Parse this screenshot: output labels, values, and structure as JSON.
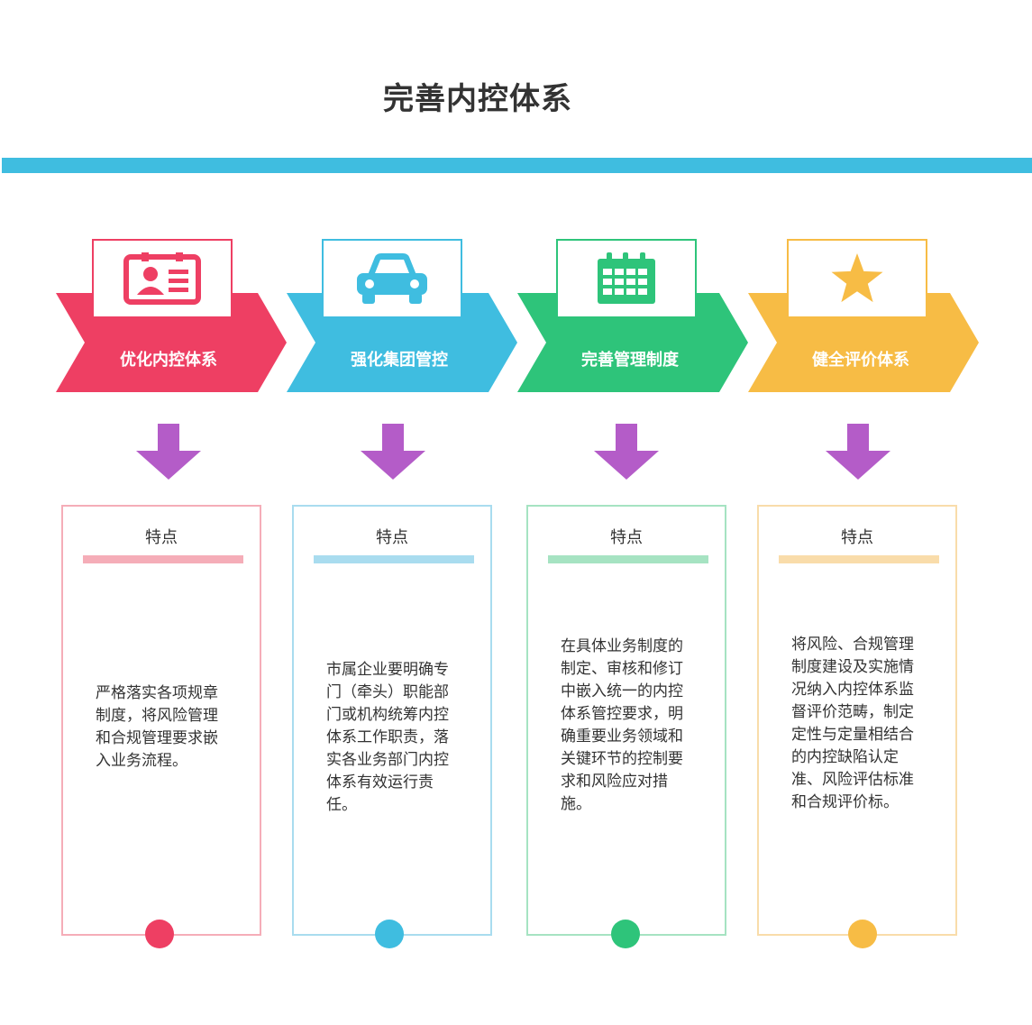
{
  "title": "完善内控体系",
  "accent_bar_color": "#3fbde0",
  "arrow_color": "#b45cc8",
  "steps": [
    {
      "label": "优化内控体系",
      "icon": "id-card-icon",
      "color": "#ee3f63",
      "light_color": "#f5adb8",
      "card_heading": "特点",
      "card_text": "严格落实各项规章制度，将风险管理和合规管理要求嵌入业务流程。"
    },
    {
      "label": "强化集团管控",
      "icon": "car-icon",
      "color": "#3fbde0",
      "light_color": "#a9dcef",
      "card_heading": "特点",
      "card_text": "市属企业要明确专门（牵头）职能部门或机构统筹内控体系工作职责，落实各业务部门内控体系有效运行责任。"
    },
    {
      "label": "完善管理制度",
      "icon": "calendar-icon",
      "color": "#2ec47a",
      "light_color": "#a6e3c2",
      "card_heading": "特点",
      "card_text": "在具体业务制度的制定、审核和修订中嵌入统一的内控体系管控要求，明确重要业务领域和关键环节的控制要求和风险应对措施。"
    },
    {
      "label": "健全评价体系",
      "icon": "star-icon",
      "color": "#f7bc45",
      "light_color": "#f9dcaa",
      "card_heading": "特点",
      "card_text": "将风险、合规管理制度建设及实施情况纳入内控体系监督评价范畴，制定定性与定量相结合的内控缺陷认定准、风险评估标准和合规评价标。"
    }
  ]
}
